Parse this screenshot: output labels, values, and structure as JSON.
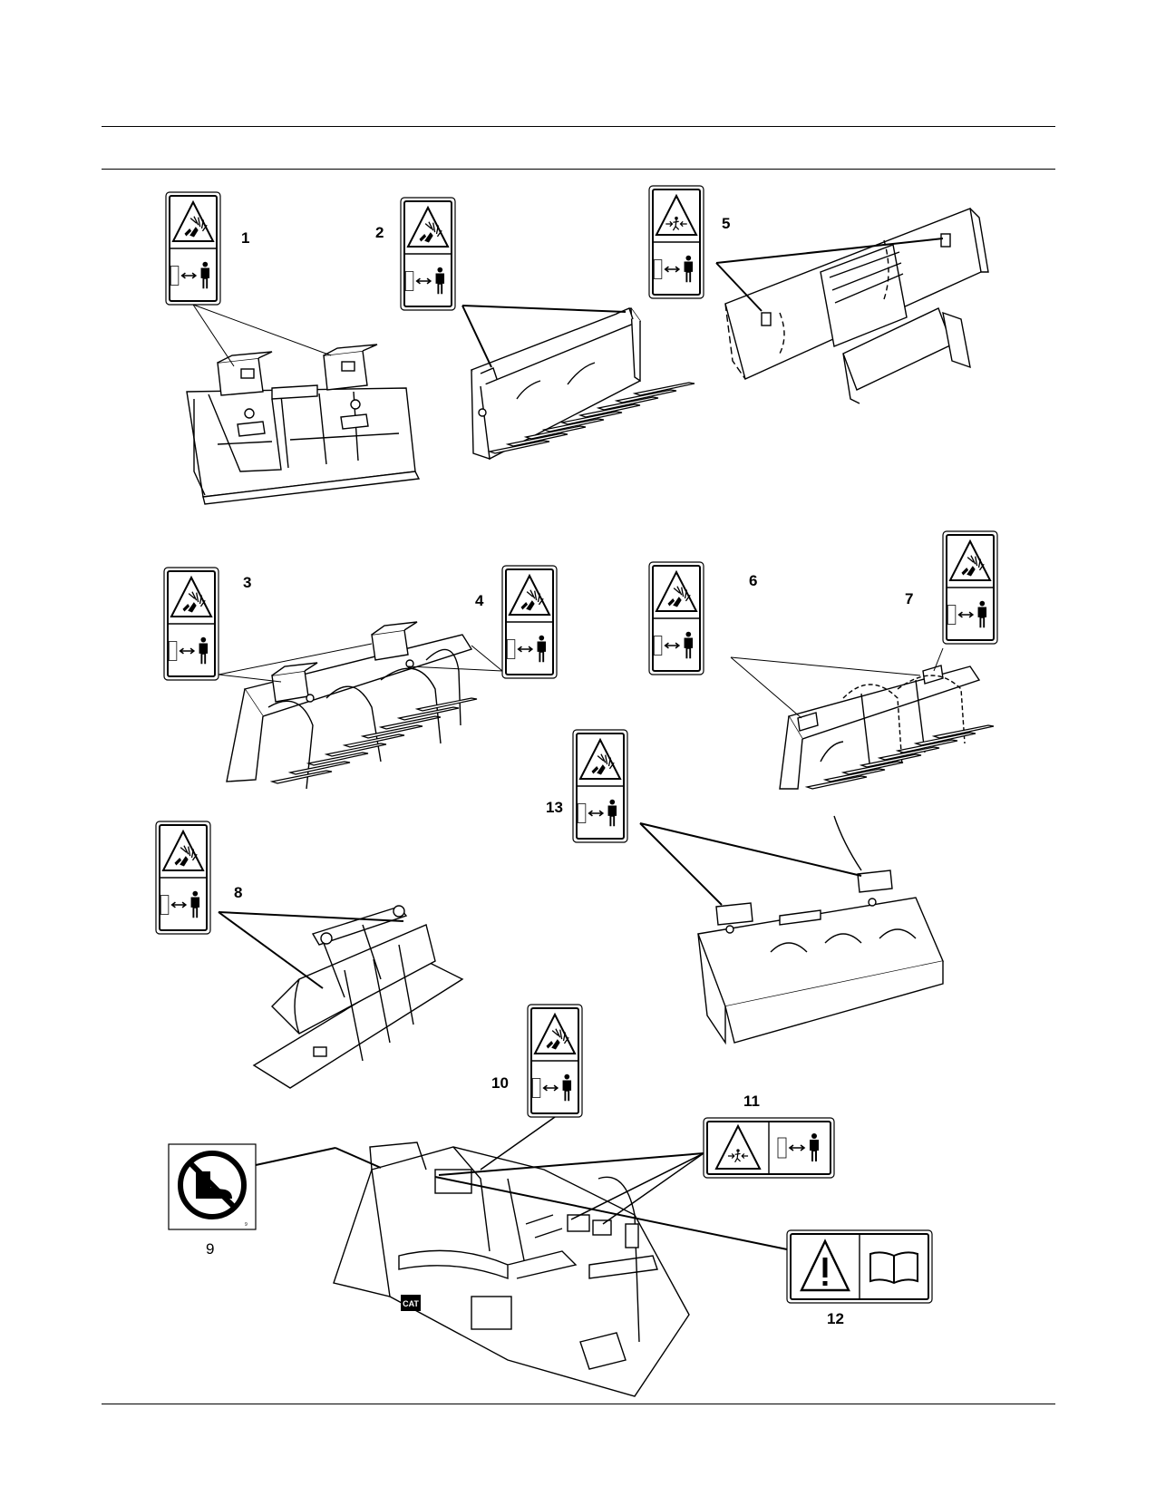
{
  "document": {
    "header": {
      "title": ""
    },
    "callouts": {
      "c1": "1",
      "c2": "2",
      "c3": "3",
      "c4": "4",
      "c5": "5",
      "c6": "6",
      "c7": "7",
      "c8": "8",
      "c9": "9",
      "c10": "10",
      "c11": "11",
      "c12": "12",
      "c13": "13"
    },
    "brand_mark": "CAT",
    "icons": {
      "warning_decal": "high-pressure-fluid-warning-icon",
      "crush_decal": "crushing-hazard-warning-icon",
      "no_step_decal": "no-step-icon",
      "manual_decal": "read-manual-warning-icon"
    }
  }
}
